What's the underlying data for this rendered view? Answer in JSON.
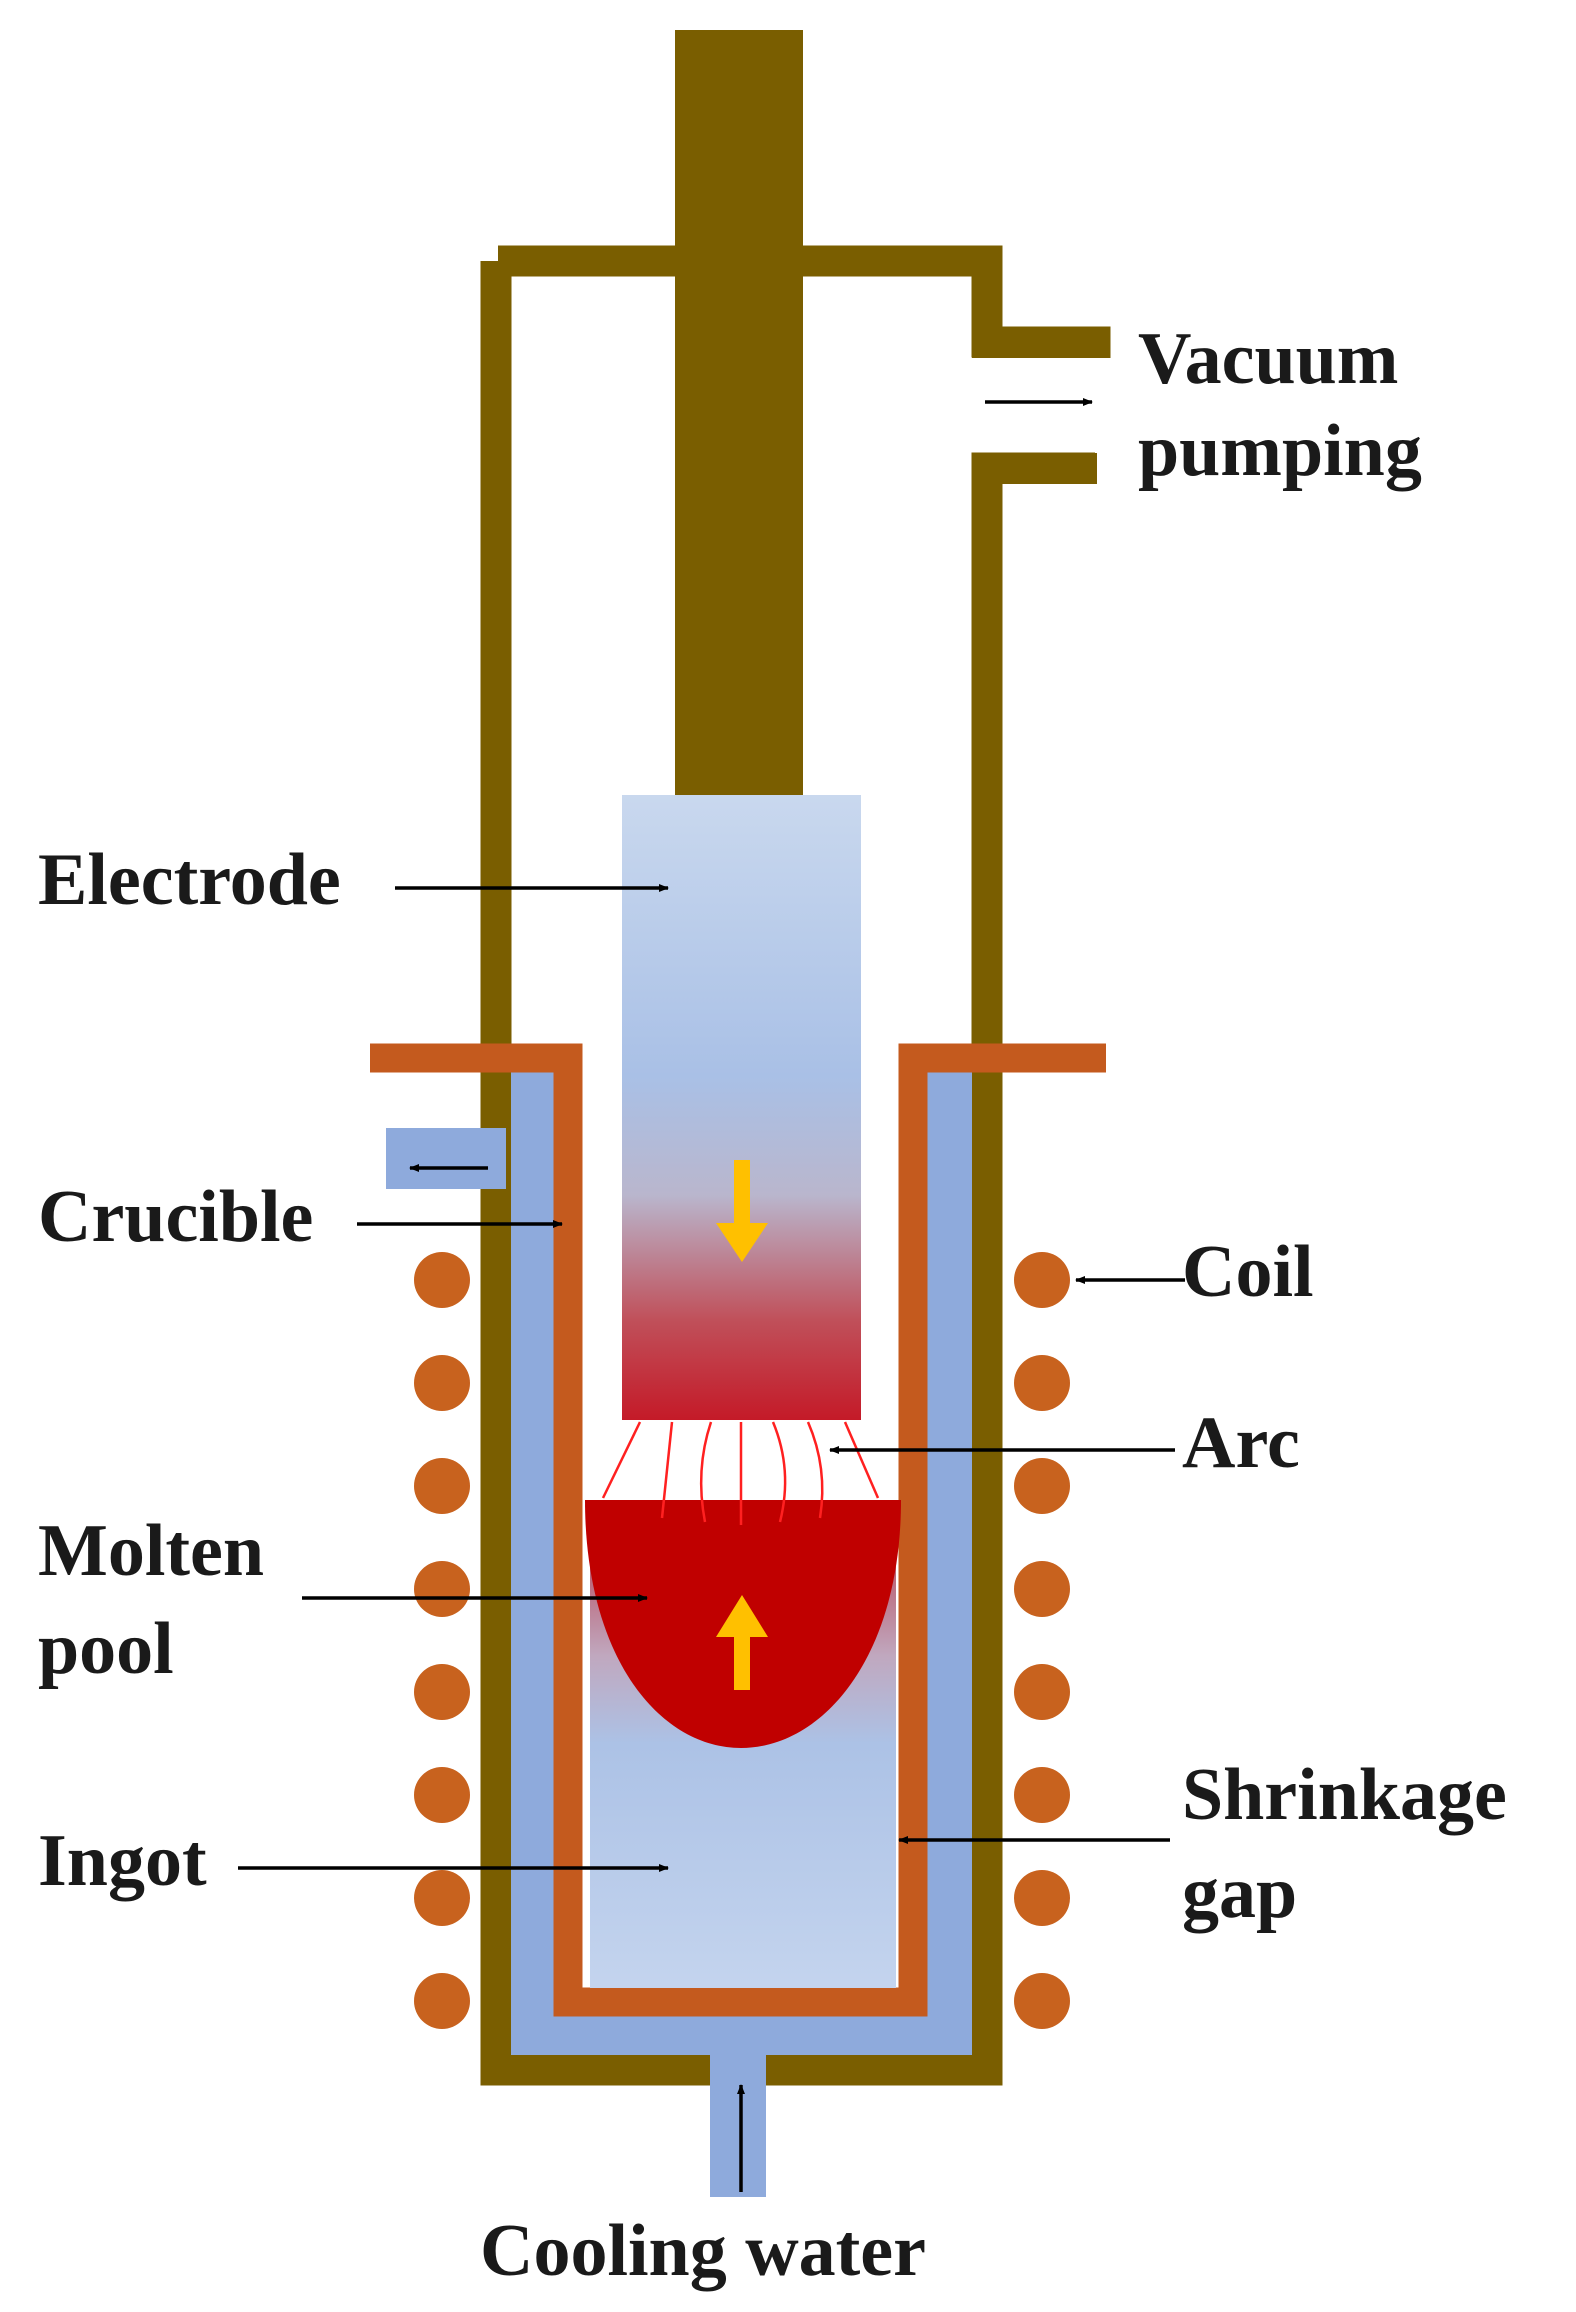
{
  "labels": {
    "vacuum_line1": "Vacuum",
    "vacuum_line2": "pumping",
    "electrode": "Electrode",
    "crucible": "Crucible",
    "coil": "Coil",
    "arc": "Arc",
    "molten_line1": "Molten",
    "molten_line2": "pool",
    "shrinkage_line1": "Shrinkage",
    "shrinkage_line2": "gap",
    "ingot": "Ingot",
    "cooling_water": "Cooling water"
  },
  "colors": {
    "chamber": "#7a5e00",
    "crucible": "#c45a1e",
    "coil": "#c8621e",
    "water_jacket": "#8eaadc",
    "electrode_light": "#c9d8ee",
    "electrode_mid": "#a9c0e6",
    "melt": "#c00000",
    "arrow_yellow": "#ffc000",
    "arc": "#ff2020"
  }
}
